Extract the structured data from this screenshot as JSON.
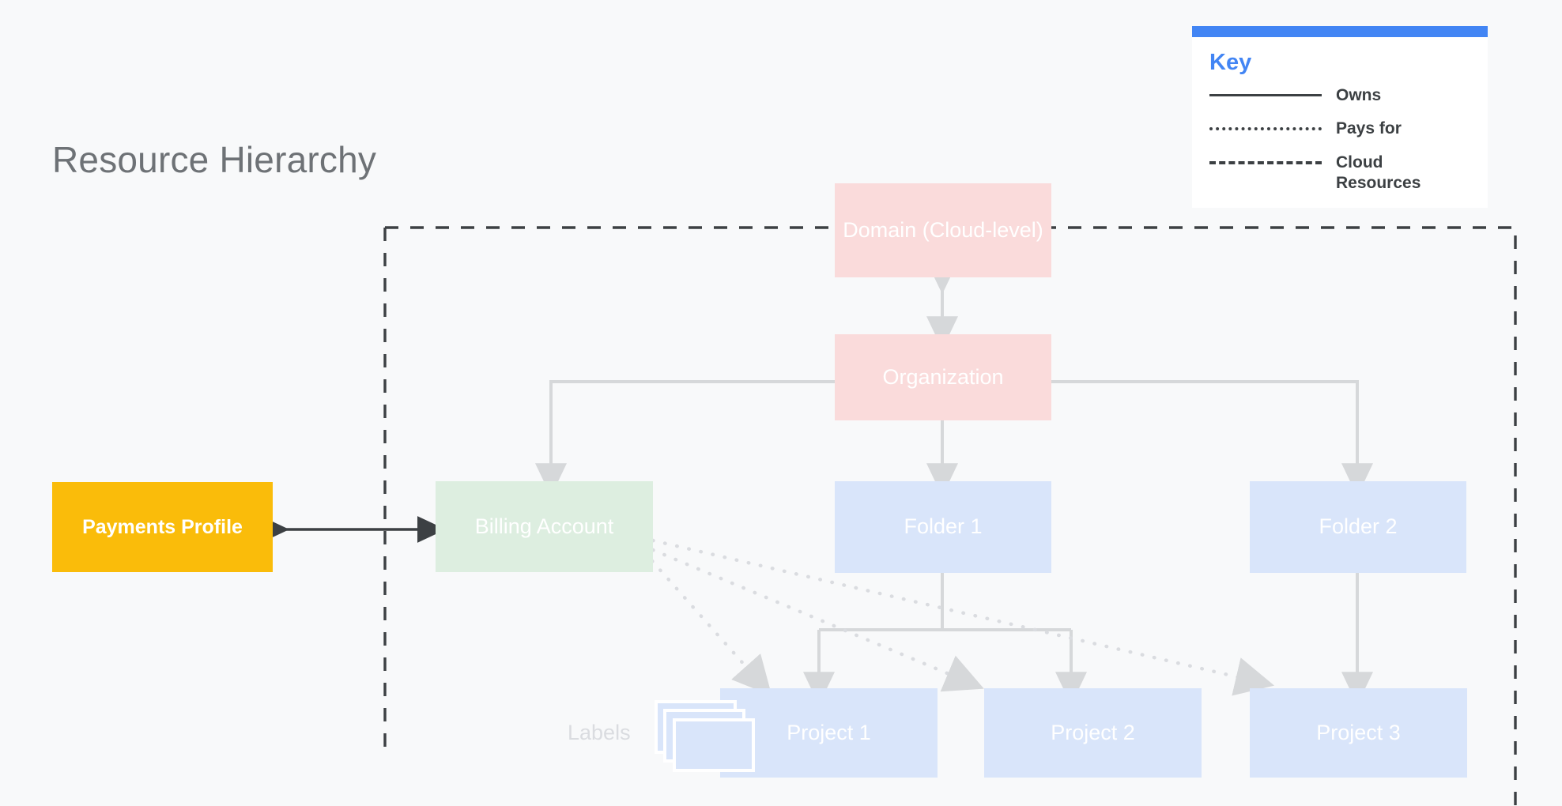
{
  "page": {
    "title": "Resource Hierarchy",
    "background_color": "#F8F9FA"
  },
  "key_panel": {
    "heading": "Key",
    "accent_color": "#4285F4",
    "rows": [
      {
        "style": "solid",
        "label": "Owns"
      },
      {
        "style": "dotted",
        "label": "Pays for"
      },
      {
        "style": "dashed",
        "label": "Cloud Resources"
      }
    ]
  },
  "diagram": {
    "labels_caption": "Labels",
    "boundary_name": "Cloud Resources boundary",
    "nodes": {
      "domain": {
        "label": "Domain (Cloud-level)",
        "color": "#FADBDB"
      },
      "organization": {
        "label": "Organization",
        "color": "#FADBDB"
      },
      "billing": {
        "label": "Billing Account",
        "color": "#DDEEE0"
      },
      "folder1": {
        "label": "Folder 1",
        "color": "#D9E5FA"
      },
      "folder2": {
        "label": "Folder 2",
        "color": "#D9E5FA"
      },
      "project1": {
        "label": "Project 1",
        "color": "#D9E5FA"
      },
      "project2": {
        "label": "Project 2",
        "color": "#D9E5FA"
      },
      "project3": {
        "label": "Project 3",
        "color": "#D9E5FA"
      },
      "payments": {
        "label": "Payments Profile",
        "color": "#FABC0A"
      }
    },
    "edges": [
      {
        "from": "domain",
        "to": "organization",
        "style": "owns",
        "bidirectional": true
      },
      {
        "from": "organization",
        "to": "billing",
        "style": "owns",
        "bidirectional": false
      },
      {
        "from": "organization",
        "to": "folder1",
        "style": "owns",
        "bidirectional": false
      },
      {
        "from": "organization",
        "to": "folder2",
        "style": "owns",
        "bidirectional": false
      },
      {
        "from": "folder1",
        "to": "project1",
        "style": "owns",
        "bidirectional": false
      },
      {
        "from": "folder1",
        "to": "project2",
        "style": "owns",
        "bidirectional": false
      },
      {
        "from": "folder2",
        "to": "project3",
        "style": "owns",
        "bidirectional": false
      },
      {
        "from": "payments",
        "to": "billing",
        "style": "owns",
        "bidirectional": true
      },
      {
        "from": "billing",
        "to": "project1",
        "style": "pays-for",
        "bidirectional": false
      },
      {
        "from": "billing",
        "to": "project2",
        "style": "pays-for",
        "bidirectional": false
      },
      {
        "from": "billing",
        "to": "project3",
        "style": "pays-for",
        "bidirectional": false
      }
    ]
  }
}
